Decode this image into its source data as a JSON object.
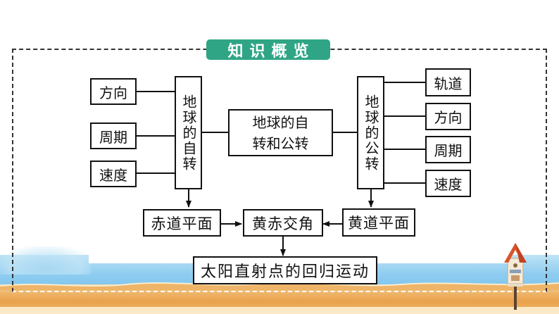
{
  "title": "知识概览",
  "diagram": {
    "rotation_node": "地球的自转",
    "revolution_node": "地球的公转",
    "center_node": [
      "地球的自",
      "转和公转"
    ],
    "rotation_properties": [
      "方向",
      "周期",
      "速度"
    ],
    "revolution_properties": [
      "轨道",
      "方向",
      "周期",
      "速度"
    ],
    "equatorial_plane": "赤道平面",
    "ecliptic_plane": "黄道平面",
    "obliquity": "黄赤交角",
    "result": "太阳直射点的回归运动"
  },
  "colors": {
    "badge": "#2fa585",
    "line": "#111111"
  }
}
